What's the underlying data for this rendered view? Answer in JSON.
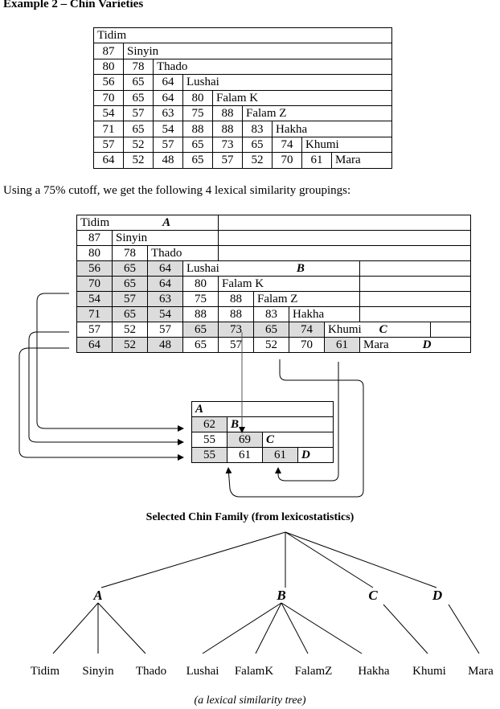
{
  "title": "Example 2 – Chin Varieties",
  "intro": "Using a 75% cutoff, we get the following 4 lexical similarity groupings:",
  "varieties": [
    "Tidim",
    "Sinyin",
    "Thado",
    "Lushai",
    "Falam K",
    "Falam Z",
    "Hakha",
    "Khumi",
    "Mara"
  ],
  "matrix": [
    [],
    [
      "87"
    ],
    [
      "80",
      "78"
    ],
    [
      "56",
      "65",
      "64"
    ],
    [
      "70",
      "65",
      "64",
      "80"
    ],
    [
      "54",
      "57",
      "63",
      "75",
      "88"
    ],
    [
      "71",
      "65",
      "54",
      "88",
      "88",
      "83"
    ],
    [
      "57",
      "52",
      "57",
      "65",
      "73",
      "65",
      "74"
    ],
    [
      "64",
      "52",
      "48",
      "65",
      "57",
      "52",
      "70",
      "61"
    ]
  ],
  "groups": {
    "A": "A",
    "B": "B",
    "C": "C",
    "D": "D"
  },
  "group_matrix": {
    "labels": [
      "A",
      "B",
      "C",
      "D"
    ],
    "rows": [
      [],
      [
        "62"
      ],
      [
        "55",
        "69"
      ],
      [
        "55",
        "61",
        "61"
      ]
    ]
  },
  "tree": {
    "title": "Selected Chin Family (from lexicostatistics)",
    "nodes": [
      "A",
      "B",
      "C",
      "D"
    ],
    "leaves": [
      "Tidim",
      "Sinyin",
      "Thado",
      "Lushai",
      "FalamK",
      "FalamZ",
      "Hakha",
      "Khumi",
      "Mara"
    ],
    "caption": "(a lexical similarity tree)"
  }
}
